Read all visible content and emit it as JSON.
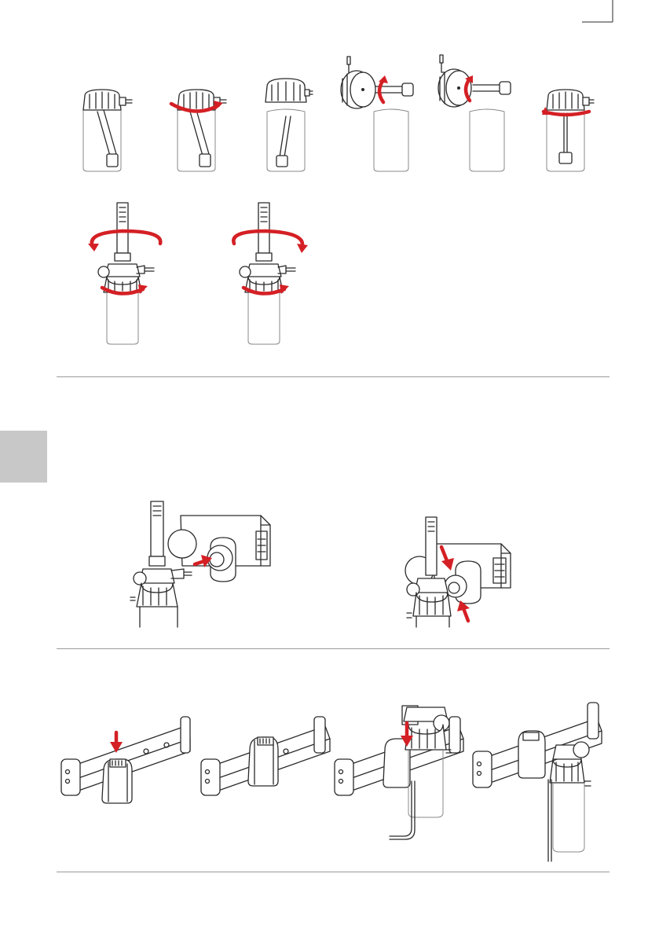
{
  "document": {
    "sections": [
      {
        "id": "assembly-steps",
        "figures": [
          "cap-attached",
          "cap-turn",
          "cap-removed",
          "float-tube-rotate",
          "float-tube-rotate-2",
          "cap-refit"
        ]
      },
      {
        "id": "flowmeter-connect",
        "figures": [
          "flowmeter-rotate-1",
          "flowmeter-rotate-2"
        ]
      },
      {
        "id": "wall-outlet",
        "figures": [
          "outlet-insert",
          "outlet-release"
        ]
      },
      {
        "id": "rail-mount",
        "figures": [
          "rail-clamp-press",
          "rail-clamp-fitted",
          "rail-bottle-insert",
          "rail-bottle-mounted"
        ]
      }
    ],
    "colors": {
      "accent": "#d42025",
      "line": "#2a2a2a",
      "tab": "#c8c8c8",
      "rule": "#9a9a9a"
    },
    "icons": [
      "rotate-arrow-icon",
      "push-arrow-icon"
    ]
  }
}
